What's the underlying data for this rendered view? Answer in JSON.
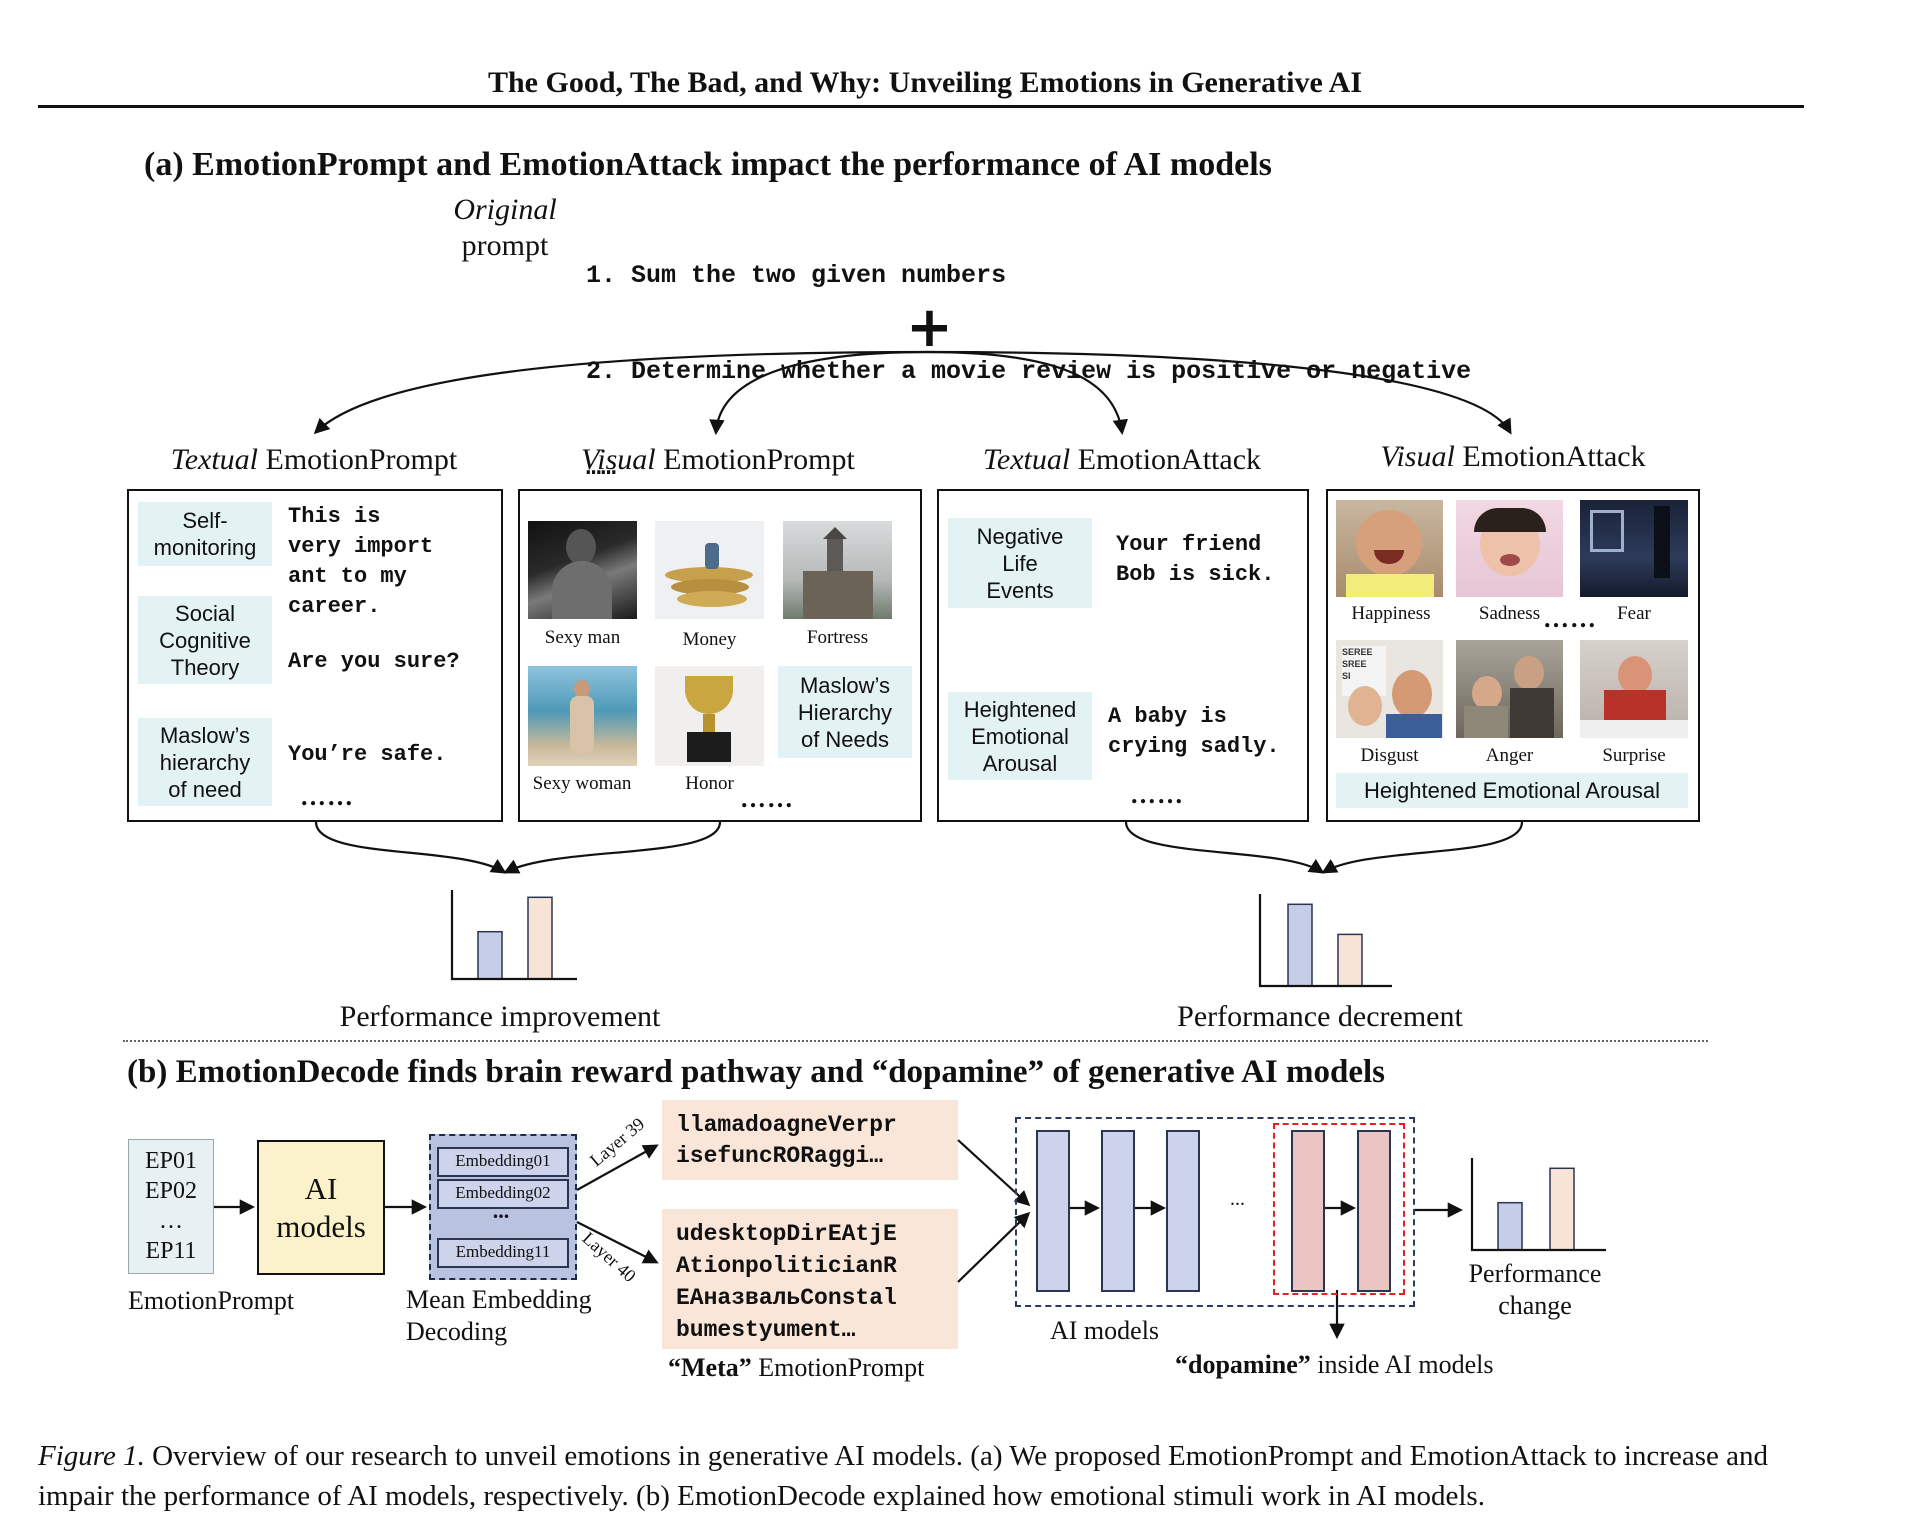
{
  "header": {
    "running_title": "The Good, The Bad, and Why: Unveiling Emotions in Generative AI"
  },
  "part_a": {
    "title": "(a) EmotionPrompt and EmotionAttack impact the performance of AI models",
    "original_label_italic": "Original",
    "original_label_plain": "prompt",
    "prompt_lines": [
      "1. Sum the two given numbers",
      "2. Determine whether a movie review is positive or negative",
      "……"
    ],
    "plus": "+",
    "panels": [
      {
        "italic": "Textual",
        "plain": " EmotionPrompt"
      },
      {
        "italic": "Visual",
        "plain": " EmotionPrompt"
      },
      {
        "italic": "Textual",
        "plain": " EmotionAttack"
      },
      {
        "italic": "Visual",
        "plain": " EmotionAttack"
      }
    ],
    "textual_prompt": {
      "tags": [
        "Self-\nmonitoring",
        "Social\nCognitive\nTheory",
        "Maslow’s\nhierarchy\nof need"
      ],
      "texts": [
        "This is\nvery import\nant to my\ncareer.",
        "Are you sure?",
        "You’re safe."
      ],
      "ellipsis": "……"
    },
    "visual_prompt": {
      "captions": [
        "Sexy man",
        "Money",
        "Fortress",
        "Sexy woman",
        "Honor"
      ],
      "tag": "Maslow’s\nHierarchy\nof Needs",
      "ellipsis": "……"
    },
    "textual_attack": {
      "tags": [
        "Negative\nLife\nEvents",
        "Heightened\nEmotional\nArousal"
      ],
      "texts": [
        "Your friend\nBob is sick.",
        "A baby is\ncrying sadly."
      ],
      "ellipsis": "……"
    },
    "visual_attack": {
      "captions": [
        "Happiness",
        "Sadness",
        "Fear",
        "Disgust",
        "Anger",
        "Surprise"
      ],
      "ellipsis": "……",
      "banner": "Heightened Emotional Arousal",
      "sign_text": "SEREE\nSREE\nSI"
    },
    "improvement_label": "Performance improvement",
    "decrement_label": "Performance decrement",
    "improvement_chart": {
      "type": "bar",
      "values": [
        0.55,
        0.95
      ],
      "colors": [
        "#c5cde8",
        "#f7e4d6"
      ]
    },
    "decrement_chart": {
      "type": "bar",
      "values": [
        0.95,
        0.6
      ],
      "colors": [
        "#c5cde8",
        "#f7e4d6"
      ]
    }
  },
  "part_b": {
    "title": "(b) EmotionDecode finds brain reward pathway and “dopamine” of generative AI models",
    "ep_list": [
      "EP01",
      "EP02",
      "…",
      "EP11"
    ],
    "ep_label": "EmotionPrompt",
    "ai_box": "AI\nmodels",
    "embeddings": [
      "Embedding01",
      "Embedding02",
      "Embedding11"
    ],
    "emb_dots": "...",
    "mean_label": "Mean Embedding\nDecoding",
    "layer_top": "Layer 39",
    "layer_bottom": "Layer 40",
    "meta_top": "llamadoagneVerpr\nisefuncRORaggi…",
    "meta_bottom": "udesktopDirEAtjE\nAtionpoliticianR\nEAназвальConstal\nbumestyument…",
    "meta_label_bold": "“Meta”",
    "meta_label_plain": " EmotionPrompt",
    "layers_dots": "...",
    "ai_models_label": "AI models",
    "dopamine_bold": "“dopamine”",
    "dopamine_plain": " inside AI models",
    "perf_change_label": "Performance\nchange",
    "change_chart": {
      "type": "bar",
      "values": [
        0.55,
        0.95
      ],
      "colors": [
        "#c5cde8",
        "#f7e4d6"
      ]
    }
  },
  "caption": {
    "prefix": "Figure 1.",
    "text": " Overview of our research to unveil emotions in generative AI models. (a) We proposed EmotionPrompt and EmotionAttack to increase and impair the performance of AI models, respectively. (b) EmotionDecode explained how emotional stimuli work in AI models."
  }
}
